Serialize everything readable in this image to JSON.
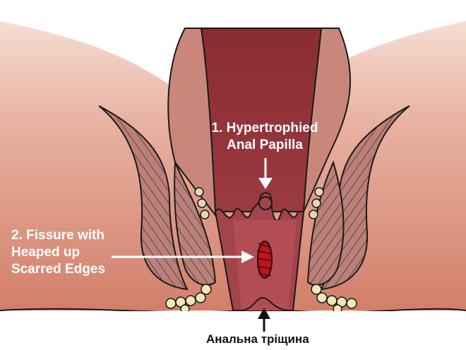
{
  "labels": {
    "papilla": [
      "1. Hypertrophied",
      "Anal Papilla"
    ],
    "fissure": [
      "2. Fissure with",
      "Heaped up",
      "Scarred Edges"
    ],
    "caption": "Анальна тріщина"
  },
  "colors": {
    "background": "#ffffff",
    "skin_gradient_top": "#f3c7b6",
    "skin_gradient_mid": "#d88e79",
    "lumen": "#8e2e34",
    "lumen_dark": "#6e1d24",
    "muscle": "#b07770",
    "muscle_stripe": "#7b4a45",
    "fat_globule": "#efe7b8",
    "fissure_red": "#c4121d",
    "outline": "#1a1a1a"
  }
}
